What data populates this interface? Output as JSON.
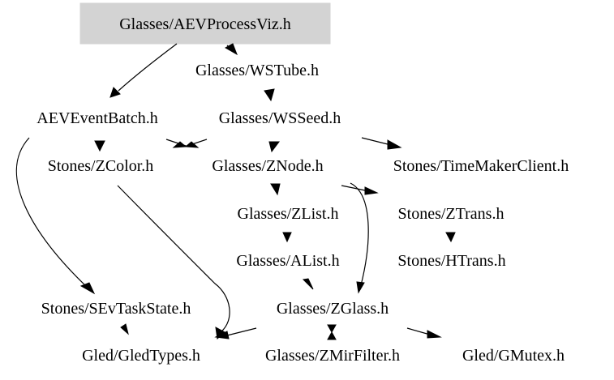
{
  "diagram": {
    "type": "include-dependency-graph",
    "root": "Glasses/AEVProcessViz.h",
    "root_fill": "#d3d3d3",
    "nodes": [
      {
        "id": "aevprocessviz",
        "label": "Glasses/AEVProcessViz.h",
        "highlighted": true
      },
      {
        "id": "wstube",
        "label": "Glasses/WSTube.h"
      },
      {
        "id": "aeveventbatch",
        "label": "AEVEventBatch.h"
      },
      {
        "id": "wsseed",
        "label": "Glasses/WSSeed.h"
      },
      {
        "id": "zcolor",
        "label": "Stones/ZColor.h"
      },
      {
        "id": "znode",
        "label": "Glasses/ZNode.h"
      },
      {
        "id": "timemakerclient",
        "label": "Stones/TimeMakerClient.h"
      },
      {
        "id": "zlist",
        "label": "Glasses/ZList.h"
      },
      {
        "id": "ztrans",
        "label": "Stones/ZTrans.h"
      },
      {
        "id": "alist",
        "label": "Glasses/AList.h"
      },
      {
        "id": "htrans",
        "label": "Stones/HTrans.h"
      },
      {
        "id": "sevtaskstate",
        "label": "Stones/SEvTaskState.h"
      },
      {
        "id": "zglass",
        "label": "Glasses/ZGlass.h"
      },
      {
        "id": "gledtypes",
        "label": "Gled/GledTypes.h"
      },
      {
        "id": "zmirfilter",
        "label": "Glasses/ZMirFilter.h"
      },
      {
        "id": "gmutex",
        "label": "Gled/GMutex.h"
      }
    ],
    "edges": [
      {
        "from": "aevprocessviz",
        "to": "wstube"
      },
      {
        "from": "aevprocessviz",
        "to": "aeveventbatch"
      },
      {
        "from": "wstube",
        "to": "wsseed"
      },
      {
        "from": "aeveventbatch",
        "to": "zcolor"
      },
      {
        "from": "aeveventbatch",
        "to": "znode"
      },
      {
        "from": "aeveventbatch",
        "to": "sevtaskstate"
      },
      {
        "from": "wsseed",
        "to": "zcolor"
      },
      {
        "from": "wsseed",
        "to": "znode"
      },
      {
        "from": "wsseed",
        "to": "timemakerclient"
      },
      {
        "from": "zcolor",
        "to": "gledtypes"
      },
      {
        "from": "znode",
        "to": "zlist"
      },
      {
        "from": "znode",
        "to": "ztrans"
      },
      {
        "from": "znode",
        "to": "zglass"
      },
      {
        "from": "zlist",
        "to": "alist"
      },
      {
        "from": "ztrans",
        "to": "htrans"
      },
      {
        "from": "alist",
        "to": "zglass"
      },
      {
        "from": "sevtaskstate",
        "to": "gledtypes"
      },
      {
        "from": "zglass",
        "to": "gledtypes"
      },
      {
        "from": "zglass",
        "to": "zmirfilter"
      },
      {
        "from": "zmirfilter",
        "to": "zglass"
      },
      {
        "from": "zglass",
        "to": "gmutex"
      }
    ]
  }
}
